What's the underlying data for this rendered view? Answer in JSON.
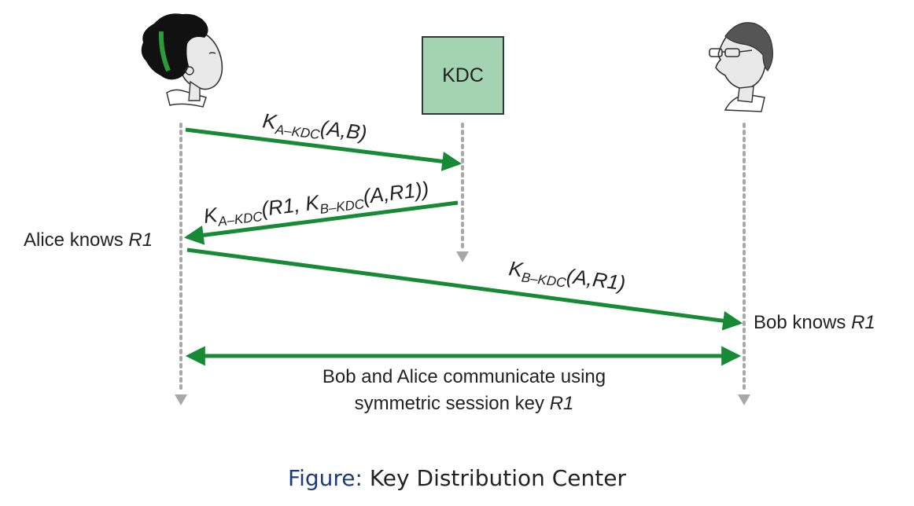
{
  "colors": {
    "arrow": "#178a35",
    "lifeline": "#a8a8a8",
    "kdc_fill": "#a3d3b0",
    "kdc_border": "#2f3a32",
    "caption_prefix": "#1d3b78"
  },
  "icons": [
    "alice-avatar-icon",
    "bob-avatar-icon"
  ],
  "kdc": {
    "label": "KDC"
  },
  "messages": {
    "m1": {
      "k": "K",
      "sub": "A–KDC",
      "rest": "(A,B)"
    },
    "m2": {
      "k": "K",
      "sub": "A–KDC",
      "mid": "(R1, ",
      "k2": "K",
      "sub2": "B–KDC",
      "rest": "(A,R1))"
    },
    "m3": {
      "k": "K",
      "sub": "B–KDC",
      "rest": "(A,R1)"
    }
  },
  "notes": {
    "alice_knows": "Alice knows ",
    "bob_knows": "Bob knows ",
    "r1": "R1",
    "communicate_line1": "Bob and Alice communicate using",
    "communicate_line2": "symmetric session key ",
    "communicate_r1": "R1"
  },
  "caption": {
    "prefix": "Figure:",
    "text": " Key Distribution Center"
  }
}
